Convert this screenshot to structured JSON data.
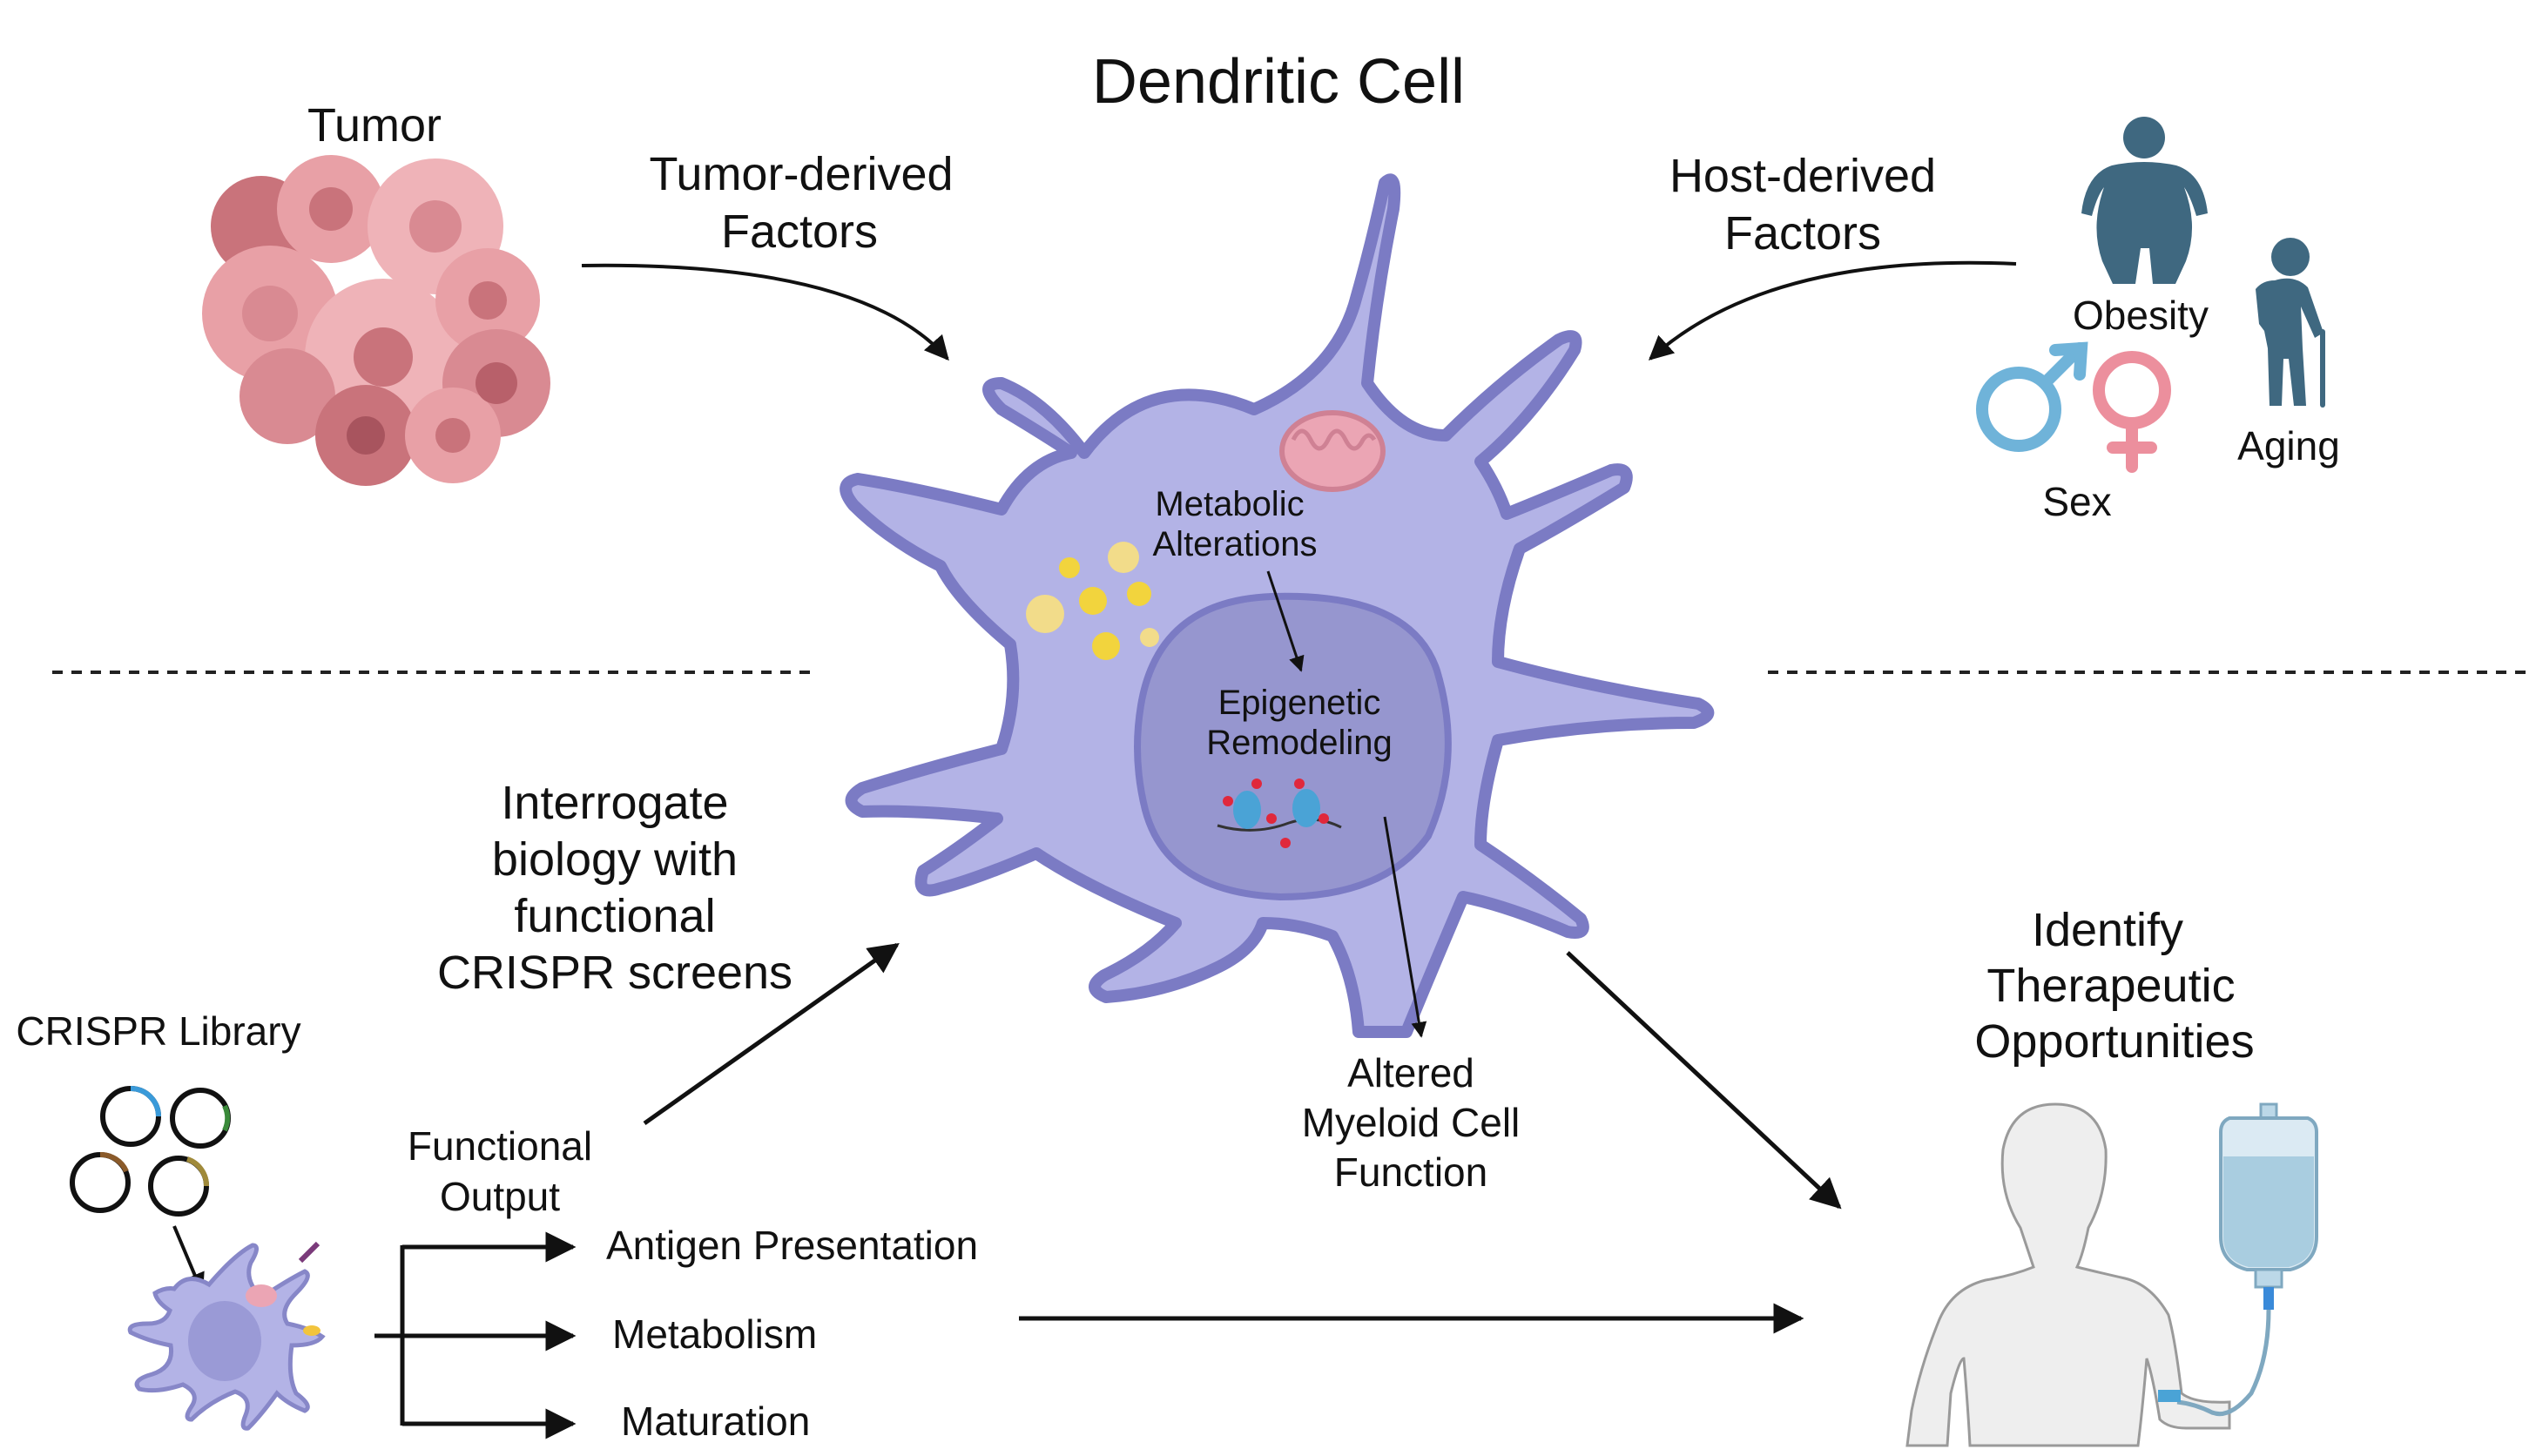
{
  "title": "Dendritic Cell",
  "tumor": {
    "label": "Tumor"
  },
  "tumor_factors": {
    "line1": "Tumor-derived",
    "line2": "Factors"
  },
  "host_factors": {
    "line1": "Host-derived",
    "line2": "Factors"
  },
  "host_items": {
    "obesity": "Obesity",
    "sex": "Sex",
    "aging": "Aging"
  },
  "cell": {
    "metabolic": {
      "line1": "Metabolic",
      "line2": "Alterations"
    },
    "epigenetic": {
      "line1": "Epigenetic",
      "line2": "Remodeling"
    }
  },
  "altered": {
    "line1": "Altered",
    "line2": "Myeloid Cell",
    "line3": "Function"
  },
  "interrogate": {
    "line1": "Interrogate",
    "line2": "biology with",
    "line3": "functional",
    "line4": "CRISPR screens"
  },
  "crispr_library": "CRISPR Library",
  "functional_output": {
    "line1": "Functional",
    "line2": "Output"
  },
  "outputs": [
    "Antigen Presentation",
    "Metabolism",
    "Maturation"
  ],
  "therapeutic": {
    "line1": "Identify",
    "line2": "Therapeutic",
    "line3": "Opportunities"
  },
  "colors": {
    "cell_fill": "#b3b3e6",
    "cell_stroke": "#7b7bc4",
    "nucleus_fill": "#9696cf",
    "tumor_cell": "#e8a0a6",
    "tumor_nucleus": "#c9737b",
    "host_figure": "#3f6880",
    "male_symbol": "#6fb3d9",
    "female_symbol": "#ec8f9d",
    "lipid": "#f2d43d",
    "mitochondria": "#eba5b4"
  }
}
